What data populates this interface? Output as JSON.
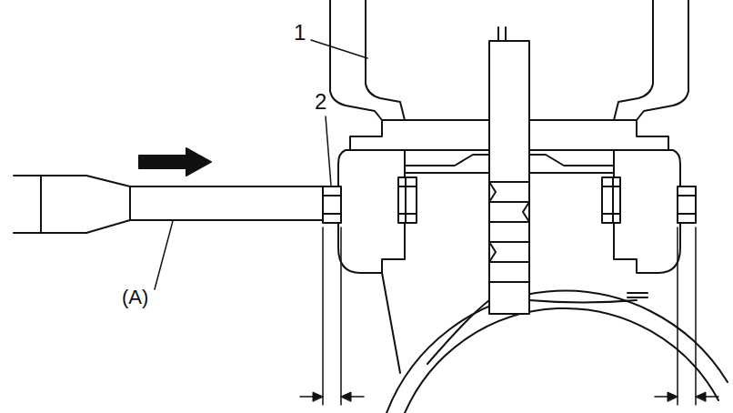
{
  "diagram": {
    "labels": [
      "1",
      "2",
      "(A)"
    ]
  }
}
